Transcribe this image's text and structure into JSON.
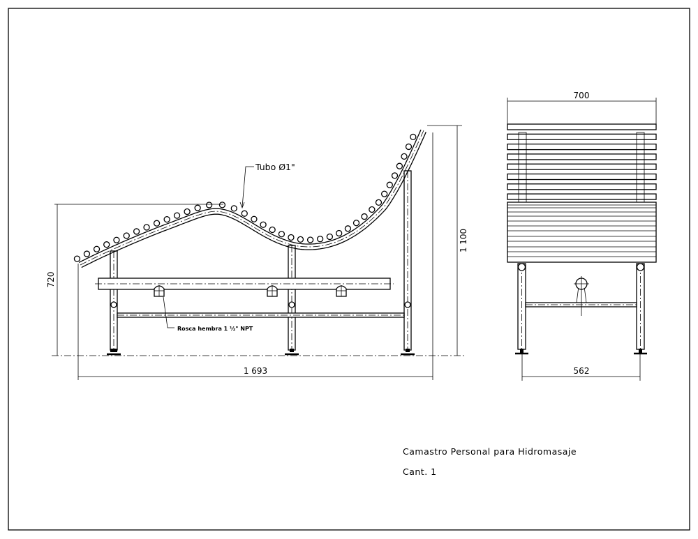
{
  "drawing": {
    "title": "Camastro Personal para Hidromasaje",
    "quantity": "Cant. 1"
  },
  "side_view": {
    "annotation_tube": "Tubo Ø1\"",
    "annotation_thread": "Rosca hembra 1 ½\" NPT",
    "dim_height_seat": "720",
    "dim_height_total": "1 100",
    "dim_length": "1 693"
  },
  "front_view": {
    "dim_width_top": "700",
    "dim_width_legs": "562"
  }
}
